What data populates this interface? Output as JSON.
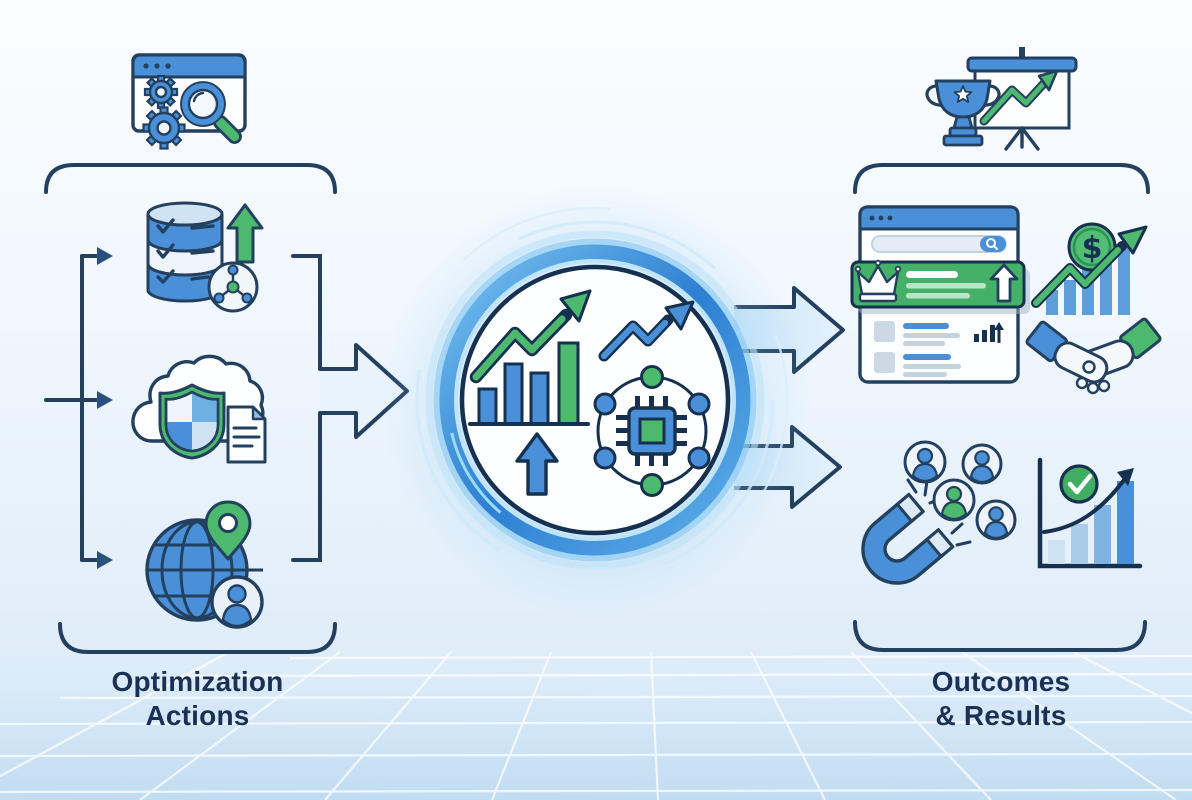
{
  "labels": {
    "left": {
      "line1": "Optimization",
      "line2": "Actions"
    },
    "right": {
      "line1": "Outcomes",
      "line2": "& Results"
    }
  },
  "symbols": {
    "currency": "$"
  },
  "palette": {
    "outline_navy": "#24405f",
    "text_navy": "#1b3154",
    "primary_blue": "#4a90d9",
    "accent_green": "#4cb96e",
    "ring_blue": "#2d7fd2",
    "pale_blue": "#e9f3fc",
    "grid_line": "#ffffff"
  },
  "icons": {
    "top_left": "browser-audit-icon",
    "top_right": "trophy-presentation-icon",
    "left_column": [
      "database-quality-icon",
      "cloud-shield-document-icon",
      "globe-location-user-icon"
    ],
    "center_hub": [
      "growth-bar-chart-icon",
      "trend-line-icon",
      "up-arrow-icon",
      "ai-chip-network-icon"
    ],
    "right_column": [
      "search-ranking-icon",
      "revenue-growth-icon",
      "handshake-icon",
      "lead-magnet-icon",
      "validated-growth-icon"
    ]
  }
}
